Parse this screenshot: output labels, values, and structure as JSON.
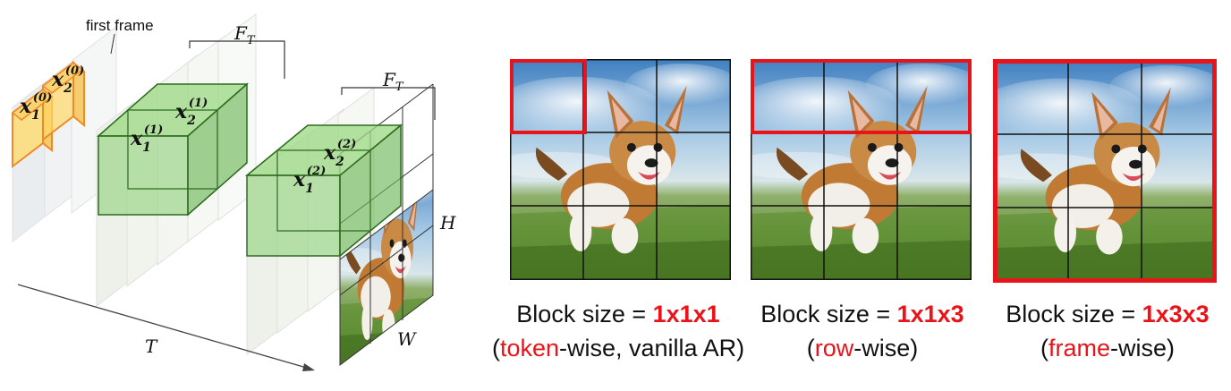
{
  "left_diagram": {
    "first_frame_label": "first frame",
    "ft_label_1": "F",
    "ft_sub_1": "T",
    "ft_label_2": "F",
    "ft_sub_2": "T",
    "axis_T": "T",
    "axis_H": "H",
    "axis_W": "W",
    "tokens": [
      {
        "base": "x",
        "sub": "1",
        "sup": "(0)"
      },
      {
        "base": "x",
        "sub": "2",
        "sup": "(0)"
      },
      {
        "base": "x",
        "sub": "1",
        "sup": "(1)"
      },
      {
        "base": "x",
        "sub": "2",
        "sup": "(1)"
      },
      {
        "base": "x",
        "sub": "1",
        "sup": "(2)"
      },
      {
        "base": "x",
        "sub": "2",
        "sup": "(2)"
      }
    ],
    "colors": {
      "orange_fill": "#ffd966",
      "orange_stroke": "#f08a24",
      "green_fill": "#8fd17a",
      "green_stroke": "#2e6b1f"
    }
  },
  "panels": [
    {
      "caption_prefix": "Block size = ",
      "caption_value": "1x1x1",
      "sub_open": "(",
      "sub_highlight": "token",
      "sub_rest": "-wise, vanilla AR)"
    },
    {
      "caption_prefix": "Block size = ",
      "caption_value": "1x1x3",
      "sub_open": "(",
      "sub_highlight": "row",
      "sub_rest": "-wise)"
    },
    {
      "caption_prefix": "Block size = ",
      "caption_value": "1x3x3",
      "sub_open": "(",
      "sub_highlight": "frame",
      "sub_rest": "-wise)"
    }
  ],
  "accent_color": "#e8141a"
}
